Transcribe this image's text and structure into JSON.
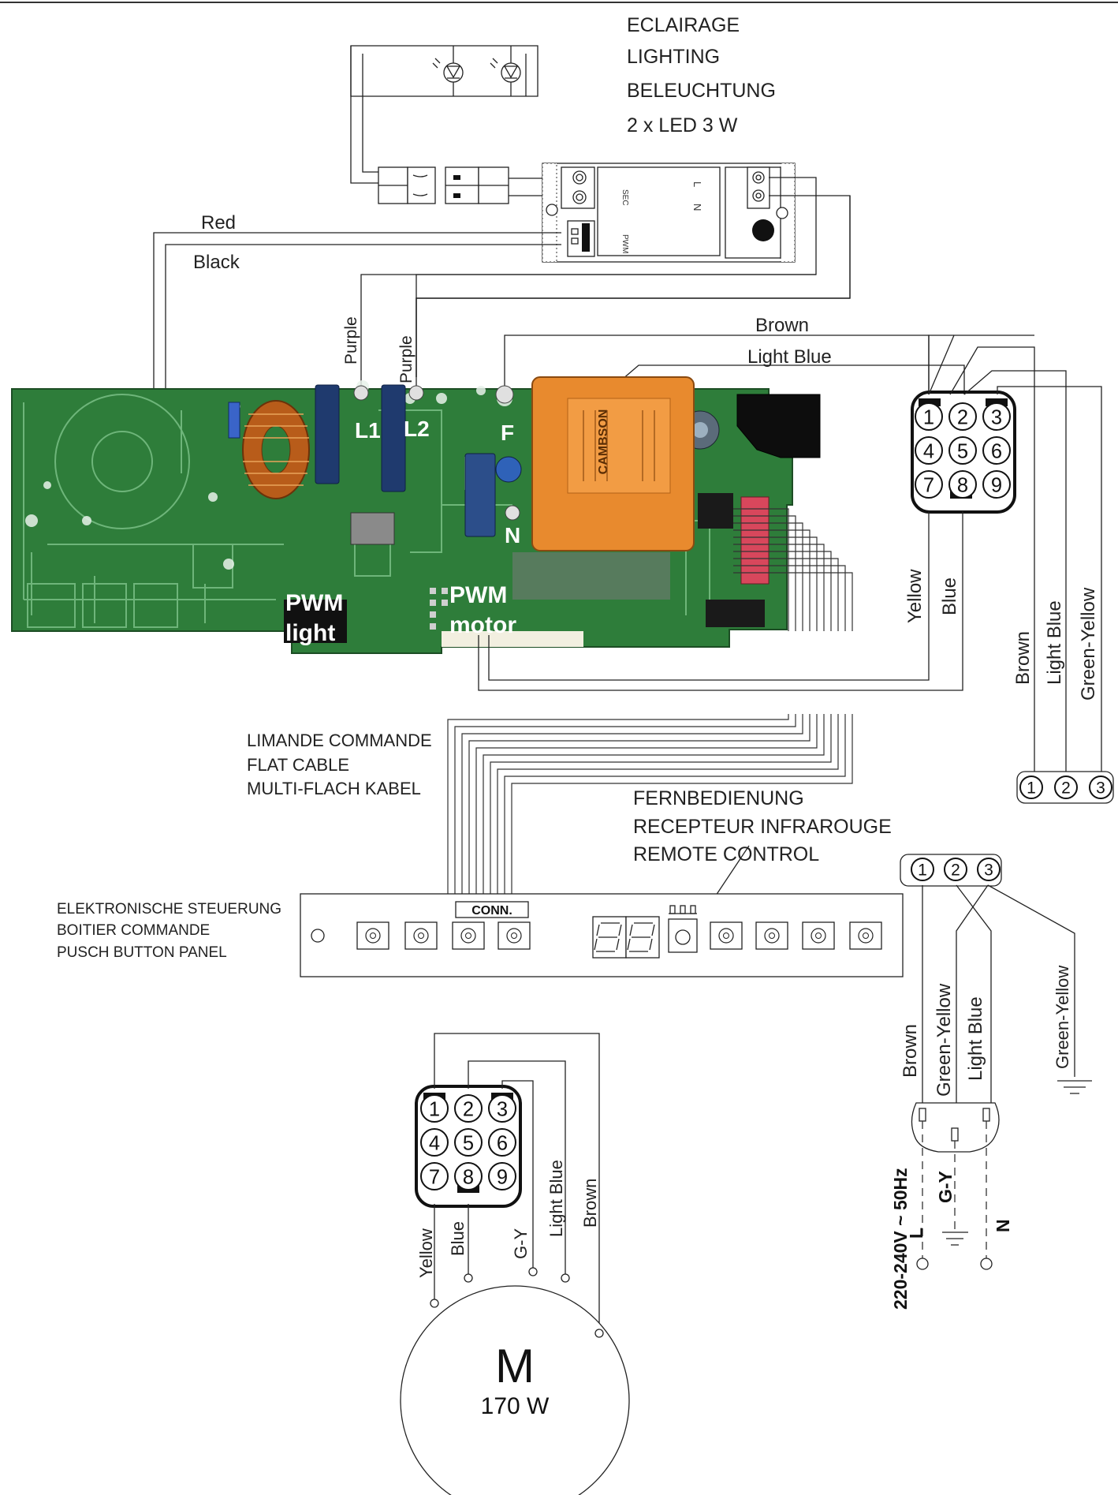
{
  "lighting": {
    "fr": "ECLAIRAGE",
    "en": "LIGHTING",
    "de": "BELEUCHTUNG",
    "spec": "2 x LED 3 W"
  },
  "driver": {
    "sec": "SEC",
    "pwm": "PWM",
    "l": "L",
    "n": "N"
  },
  "wires": {
    "red": "Red",
    "black": "Black",
    "purple1": "Purple",
    "purple2": "Purple",
    "brown_top": "Brown",
    "lightblue_top": "Light Blue",
    "yellow_right": "Yellow",
    "blue_right": "Blue",
    "brown_right": "Brown",
    "lightblue_right": "Light Blue",
    "gy_right": "Green-Yellow"
  },
  "board": {
    "l1": "L1",
    "l2": "L2",
    "f": "F",
    "n": "N",
    "pwm_light_1": "PWM",
    "pwm_light_2": "light",
    "pwm_motor_1": "PWM",
    "pwm_motor_2": "motor",
    "transformer_brand": "CAMBSON"
  },
  "connector9_top": {
    "pins": [
      "1",
      "2",
      "3",
      "4",
      "5",
      "6",
      "7",
      "8",
      "9"
    ]
  },
  "connector3_right": {
    "pins": [
      "1",
      "2",
      "3"
    ]
  },
  "flat_cable": {
    "fr": "LIMANDE COMMANDE",
    "en": "FLAT CABLE",
    "de": "MULTI-FLACH KABEL"
  },
  "remote": {
    "de": "FERNBEDIENUNG",
    "fr": "RECEPTEUR INFRAROUGE",
    "en": "REMOTE CONTROL"
  },
  "panel": {
    "de": "ELEKTRONISCHE STEUERUNG",
    "fr": "BOITIER COMMANDE",
    "en": "PUSCH BUTTON PANEL",
    "conn": "CONN."
  },
  "mains_connector": {
    "pins": [
      "1",
      "2",
      "3"
    ],
    "brown": "Brown",
    "green_yellow": "Green-Yellow",
    "light_blue": "Light Blue",
    "green_yellow_earth": "Green-Yellow",
    "voltage": "220-240V ~ 50Hz",
    "gy": "G-Y",
    "l": "L",
    "n": "N"
  },
  "motor_connector": {
    "pins": [
      "1",
      "2",
      "3",
      "4",
      "5",
      "6",
      "7",
      "8",
      "9"
    ],
    "yellow": "Yellow",
    "blue": "Blue",
    "gy": "G-Y",
    "light_blue": "Light Blue",
    "brown": "Brown"
  },
  "motor": {
    "symbol": "M",
    "power": "170 W"
  },
  "colors": {
    "pcb": "#2e7d3a",
    "transformer": "#e88a2e",
    "coil": "#b85c1a"
  }
}
